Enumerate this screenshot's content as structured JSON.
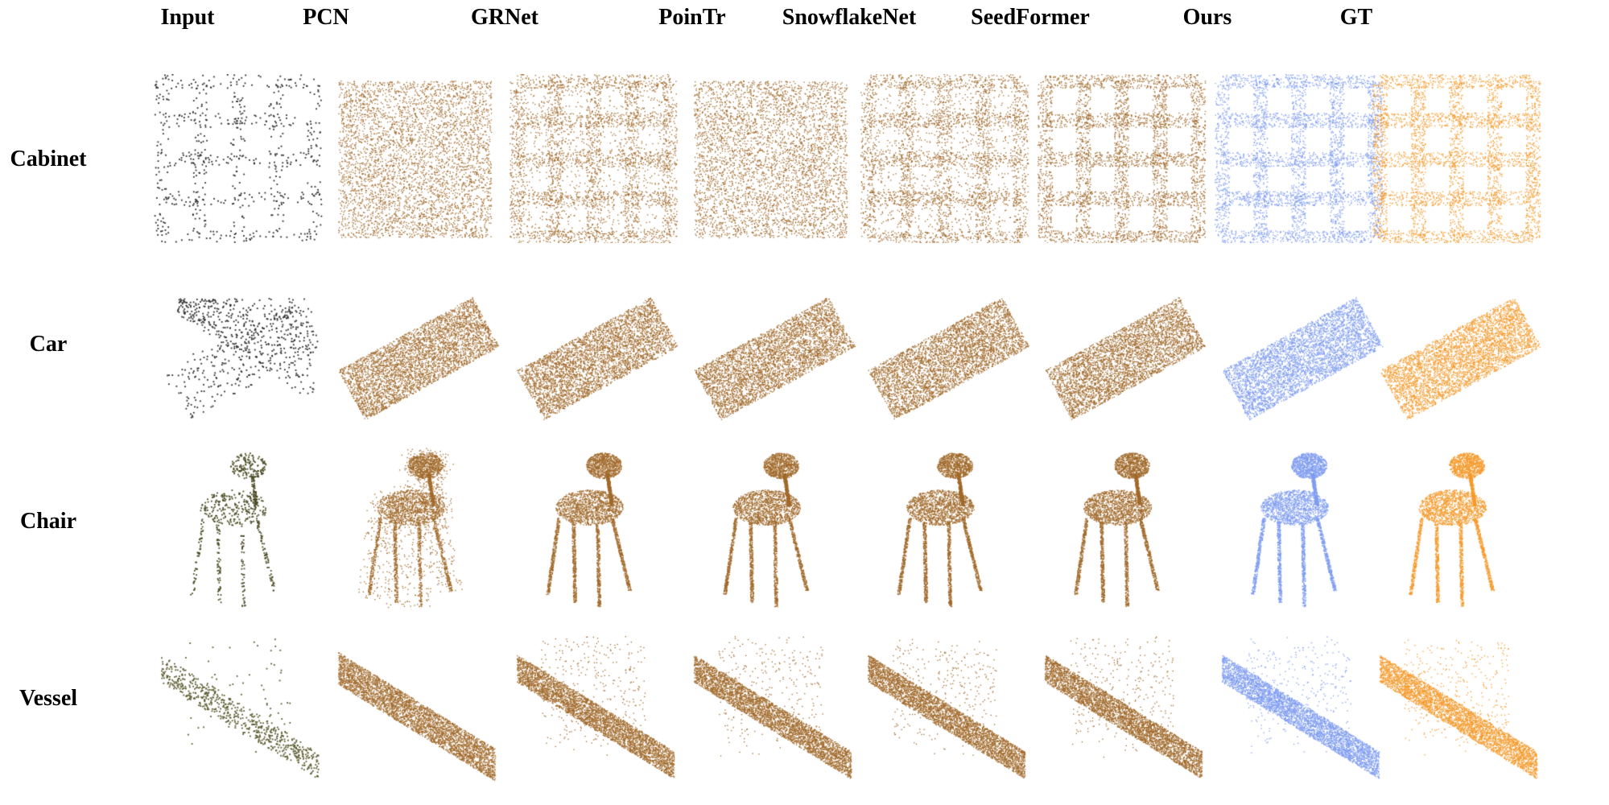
{
  "figure": {
    "columns": [
      {
        "label": "Input",
        "style": "input"
      },
      {
        "label": "PCN",
        "style": "method"
      },
      {
        "label": "GRNet",
        "style": "method"
      },
      {
        "label": "PoinTr",
        "style": "method"
      },
      {
        "label": "SnowflakeNet",
        "style": "method"
      },
      {
        "label": "SeedFormer",
        "style": "method"
      },
      {
        "label": "Ours",
        "style": "ours"
      },
      {
        "label": "GT",
        "style": "gt"
      }
    ],
    "rows": [
      {
        "label": "Cabinet",
        "shape": "cabinet"
      },
      {
        "label": "Car",
        "shape": "car"
      },
      {
        "label": "Chair",
        "shape": "chair"
      },
      {
        "label": "Vessel",
        "shape": "vessel"
      }
    ],
    "colors": {
      "input": "#2b2b2b",
      "input_chair": "#4a4a22",
      "input_vessel": "#5b5b30",
      "method": "#a0692a",
      "ours": "#7f9cf0",
      "gt": "#f49a2c"
    }
  }
}
